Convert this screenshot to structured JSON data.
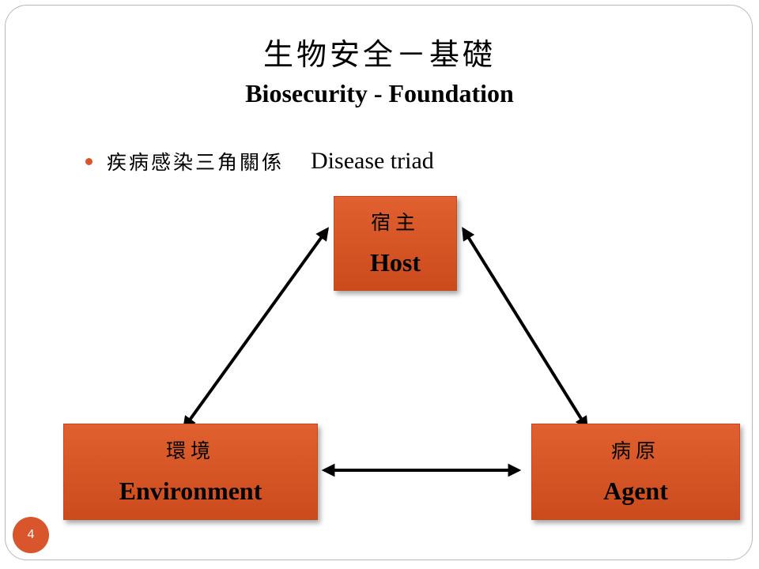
{
  "slide": {
    "title_cn": "生物安全－基礎",
    "title_en": "Biosecurity - Foundation",
    "bullet": {
      "text_cn": "疾病感染三角關係",
      "text_en": "Disease triad"
    },
    "nodes": {
      "host": {
        "label_cn": "宿主",
        "label_en": "Host"
      },
      "environment": {
        "label_cn": "環境",
        "label_en": "Environment"
      },
      "agent": {
        "label_cn": "病原",
        "label_en": "Agent"
      }
    },
    "page_number": "4"
  },
  "colors": {
    "accent": "#d9552b",
    "node_fill": "#d4531f",
    "arrow": "#000000",
    "border": "#b9b9b9"
  }
}
